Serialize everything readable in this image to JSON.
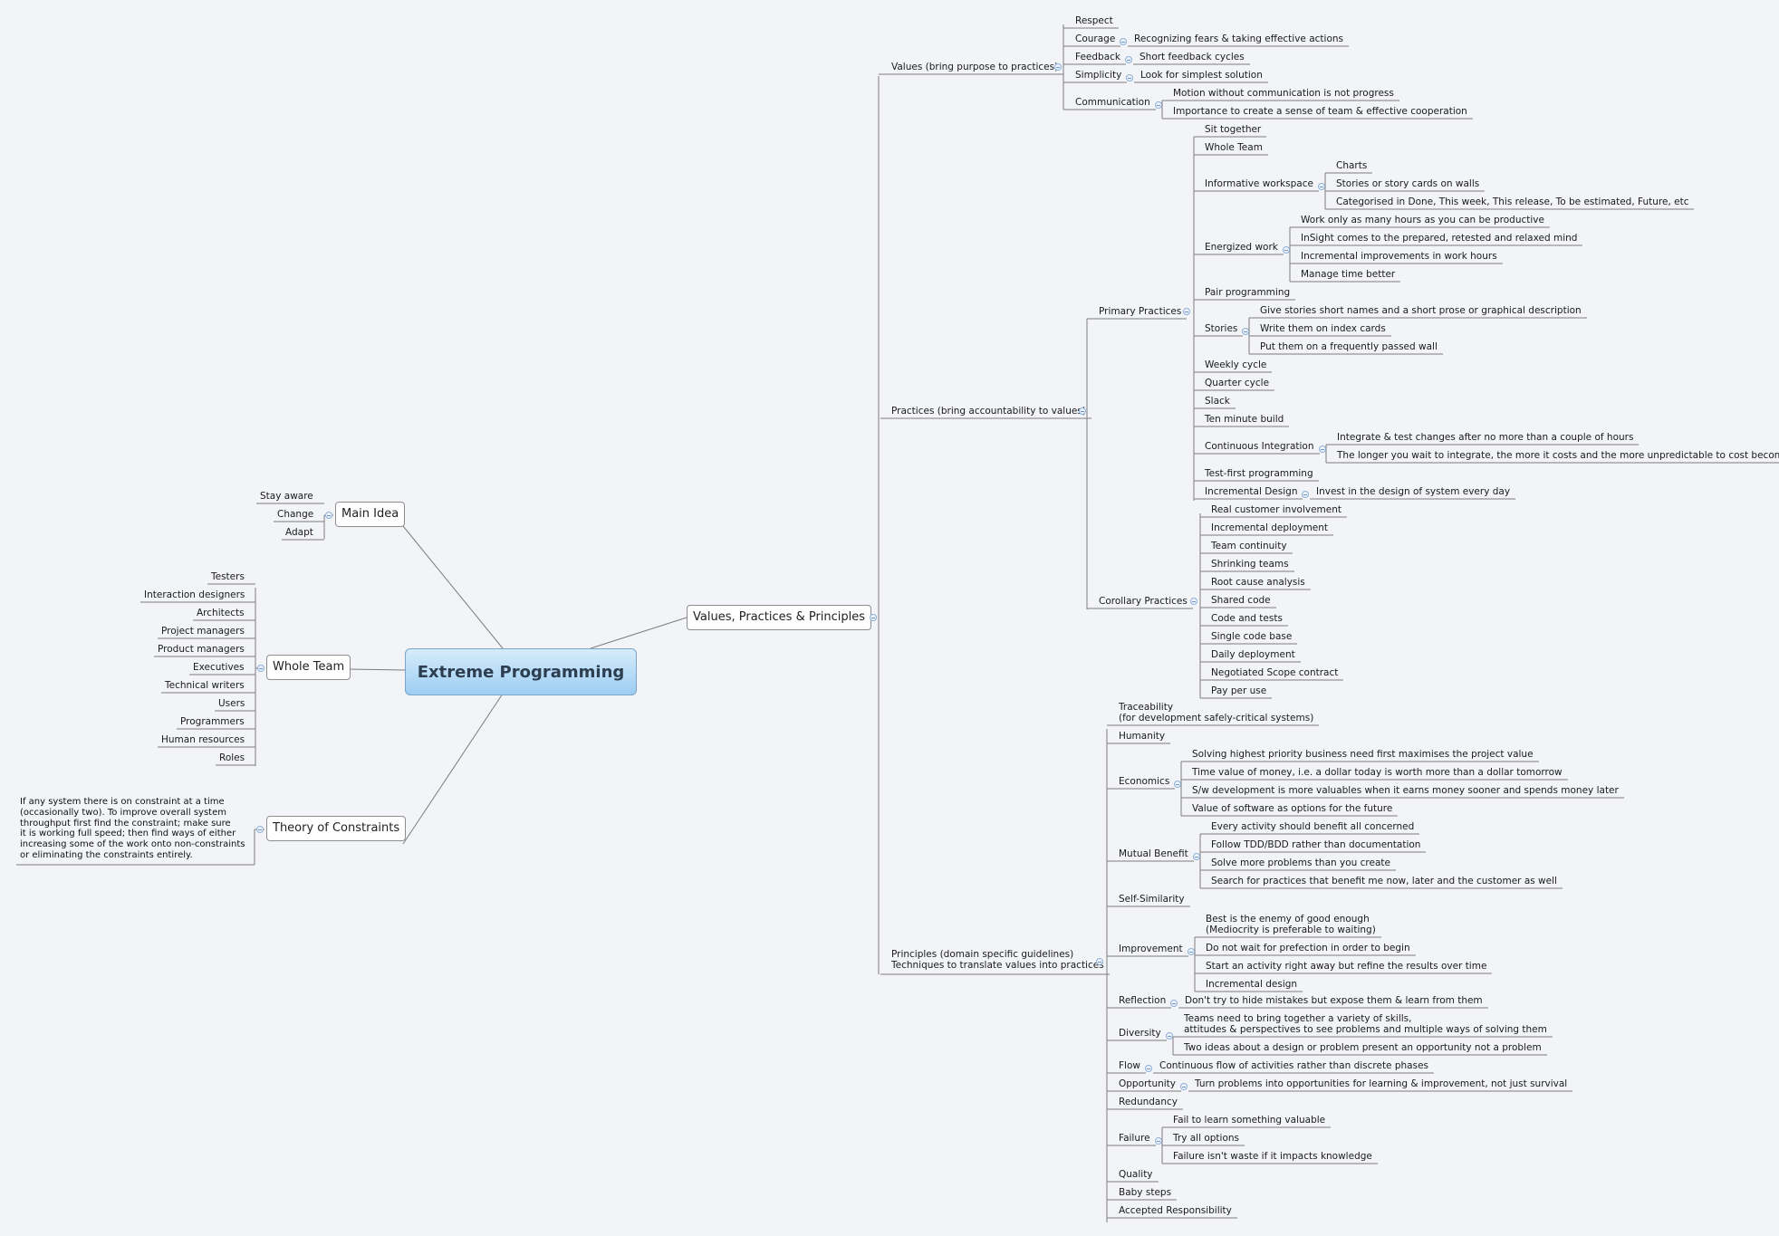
{
  "central": "Extreme Programming",
  "left": {
    "main_idea": {
      "title": "Main Idea",
      "items": [
        "Stay aware",
        "Change",
        "Adapt"
      ]
    },
    "whole_team": {
      "title": "Whole Team",
      "items": [
        "Testers",
        "Interaction designers",
        "Architects",
        "Project managers",
        "Product managers",
        "Executives",
        "Technical writers",
        "Users",
        "Programmers",
        "Human resources",
        "Roles"
      ]
    },
    "theory": {
      "title": "Theory of Constraints",
      "text": "If any system there is on constraint at a time\n(occasionally two). To improve overall system\nthroughput first find the constraint; make sure\nit is working full speed; then find ways of either\nincreasing some of the work onto non-constraints\nor eliminating the constraints entirely."
    }
  },
  "right": {
    "title": "Values, Practices & Principles",
    "values": {
      "title": "Values (bring purpose to practices)",
      "items": [
        {
          "label": "Respect"
        },
        {
          "label": "Courage",
          "children": [
            "Recognizing fears & taking effective actions"
          ]
        },
        {
          "label": "Feedback",
          "children": [
            "Short feedback cycles"
          ]
        },
        {
          "label": "Simplicity",
          "children": [
            "Look for simplest solution"
          ]
        },
        {
          "label": "Communication",
          "children": [
            "Motion without communication is not progress",
            "Importance to create a sense of team & effective cooperation"
          ]
        }
      ]
    },
    "practices": {
      "title": "Practices (bring accountability to values)",
      "primary": {
        "title": "Primary Practices",
        "items": [
          {
            "label": "Sit together"
          },
          {
            "label": "Whole Team"
          },
          {
            "label": "Informative workspace",
            "children": [
              "Charts",
              "Stories or story cards on walls",
              "Categorised in Done, This week, This release, To be estimated, Future, etc"
            ]
          },
          {
            "label": "Energized work",
            "children": [
              "Work only as many hours as you can be productive",
              "InSight comes to the prepared, retested and relaxed mind",
              "Incremental improvements in work hours",
              "Manage time better"
            ]
          },
          {
            "label": "Pair programming"
          },
          {
            "label": "Stories",
            "children": [
              "Give stories short names and a short prose or  graphical description",
              "Write them on index cards",
              "Put them on a frequently passed wall"
            ]
          },
          {
            "label": "Weekly cycle"
          },
          {
            "label": "Quarter cycle"
          },
          {
            "label": "Slack"
          },
          {
            "label": "Ten minute build"
          },
          {
            "label": "Continuous Integration",
            "children": [
              "Integrate & test changes after no more than a couple of hours",
              "The longer you wait to integrate, the more it costs and the more unpredictable to cost becomes"
            ]
          },
          {
            "label": "Test-first programming"
          },
          {
            "label": "Incremental Design",
            "children": [
              "Invest in the design of system every day"
            ]
          }
        ]
      },
      "corollary": {
        "title": "Corollary Practices",
        "items": [
          "Real customer involvement",
          "Incremental deployment",
          "Team continuity",
          "Shrinking teams",
          "Root cause analysis",
          "Shared code",
          "Code and tests",
          "Single code base",
          "Daily deployment",
          "Negotiated Scope contract",
          "Pay per use"
        ]
      }
    },
    "principles": {
      "title": "Principles (domain specific guidelines)\nTechniques to translate values into practices",
      "items": [
        {
          "label": "Traceability\n(for development safely-critical systems)"
        },
        {
          "label": "Humanity"
        },
        {
          "label": "Economics",
          "children": [
            "Solving highest priority business need first maximises the project value",
            "Time value of money, i.e. a dollar today is worth more than a dollar tomorrow",
            "S/w development is more valuables when it earns money sooner and spends money later",
            "Value of software as options for the future"
          ]
        },
        {
          "label": "Mutual Benefit",
          "children": [
            "Every activity should benefit all concerned",
            "Follow TDD/BDD rather than documentation",
            "Solve more problems than you create",
            "Search for practices that benefit me now, later and the customer as well"
          ]
        },
        {
          "label": "Self-Similarity"
        },
        {
          "label": "Improvement",
          "children": [
            "Best is the enemy of good enough\n(Mediocrity is preferable to waiting)",
            "Do not wait for prefection in order to begin",
            "Start an activity right away but refine the results over time",
            "Incremental design"
          ]
        },
        {
          "label": "Reflection",
          "children": [
            "Don't try to hide mistakes but expose them & learn from them"
          ]
        },
        {
          "label": "Diversity",
          "children": [
            "Teams need to bring together a variety of skills,\nattitudes & perspectives to see problems and multiple ways of solving them",
            "Two ideas about a design or problem present an opportunity not a problem"
          ]
        },
        {
          "label": "Flow",
          "children": [
            "Continuous flow of activities rather than discrete phases"
          ]
        },
        {
          "label": "Opportunity",
          "children": [
            "Turn problems into opportunities for learning & improvement, not just survival"
          ]
        },
        {
          "label": "Redundancy"
        },
        {
          "label": "Failure",
          "children": [
            "Fail to learn something valuable",
            "Try all options",
            "Failure isn't waste if it impacts knowledge"
          ]
        },
        {
          "label": "Quality"
        },
        {
          "label": "Baby steps"
        },
        {
          "label": "Accepted Responsibility"
        }
      ]
    }
  }
}
